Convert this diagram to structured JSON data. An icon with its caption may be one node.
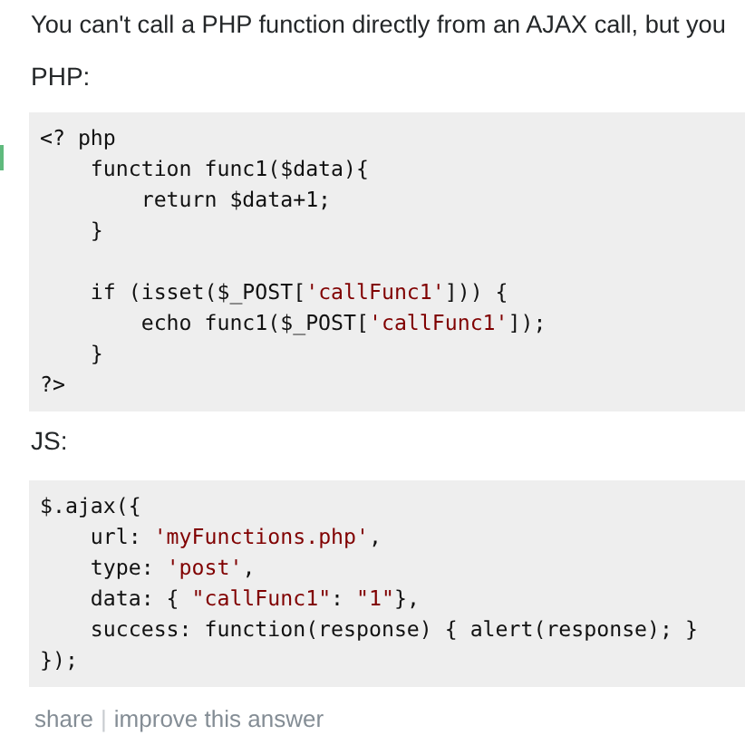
{
  "diagram": {
    "nodes": [
      {
        "text": [
          "<? php",
          "    function func1($data){",
          "        return $data+1;",
          "    }",
          "    if (isset($_POST['callFunc1'])) {",
          "        echo func1($_POST['callFunc1']);",
          "    }",
          "?>"
        ]
      },
      {
        "text": [
          "$.ajax({",
          "    url: 'myFunctions.php',",
          "    type: 'post',",
          "    data: { \"callFunc1\": \"1\"},",
          "    success: function(response) { alert(response); }",
          "});"
        ]
      }
    ],
    "labels": [
      "You can't call a PHP function directly from an AJAX call, but you",
      "PHP:",
      "JS:",
      "share",
      "|",
      "improve this answer"
    ]
  }
}
